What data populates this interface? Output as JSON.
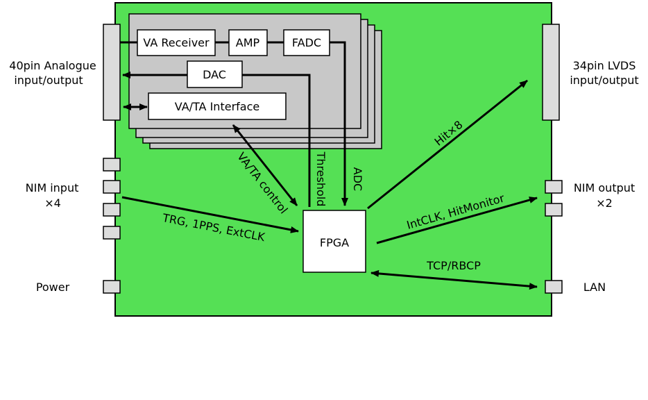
{
  "colors": {
    "board": "#55e055",
    "stack": "#c8c8c8",
    "connector": "#dcdcdc",
    "line": "#000000"
  },
  "left_labels": {
    "analogue_line1": "40pin Analogue",
    "analogue_line2": "input/output",
    "nim_in_line1": "NIM input",
    "nim_in_line2": "×4",
    "power": "Power"
  },
  "right_labels": {
    "lvds_line1": "34pin LVDS",
    "lvds_line2": "input/output",
    "nim_out_line1": "NIM output",
    "nim_out_line2": "×2",
    "lan": "LAN"
  },
  "blocks": {
    "va_receiver": "VA Receiver",
    "amp": "AMP",
    "fadc": "FADC",
    "dac": "DAC",
    "va_ta_interface": "VA/TA Interface",
    "fpga": "FPGA"
  },
  "signals": {
    "va_ta_control": "VA/TA control",
    "threshold": "Threshold",
    "adc": "ADC",
    "hit": "Hit×8",
    "trg": "TRG, 1PPS, ExtCLK",
    "intclk": "IntCLK, HitMonitor",
    "tcp": "TCP/RBCP"
  }
}
